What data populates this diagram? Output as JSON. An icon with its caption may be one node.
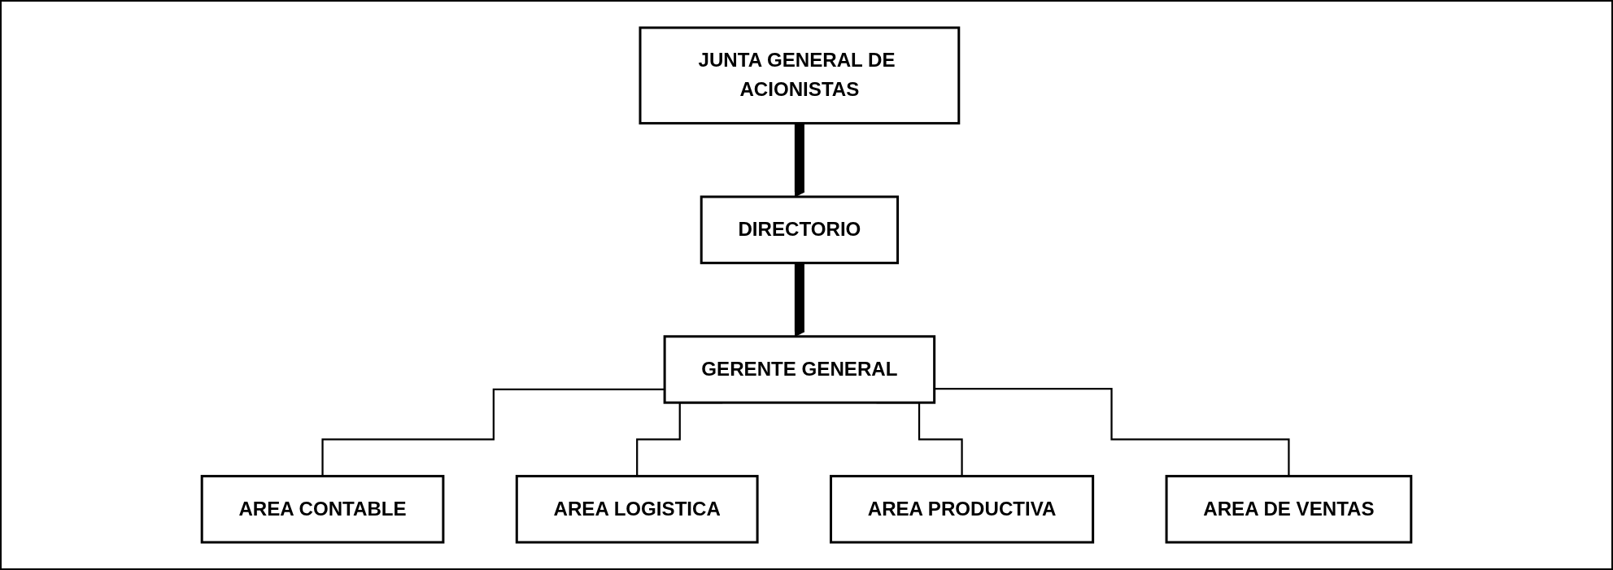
{
  "diagram": {
    "nodes": [
      {
        "text": [
          "JUNTA GENERAL DE ACIONISTAS"
        ]
      },
      {
        "text": [
          "DIRECTORIO"
        ]
      },
      {
        "text": [
          "GERENTE GENERAL"
        ]
      },
      {
        "text": [
          "AREA CONTABLE"
        ]
      },
      {
        "text": [
          "AREA LOGISTICA"
        ]
      },
      {
        "text": [
          "AREA PRODUCTIVA"
        ]
      },
      {
        "text": [
          "AREA DE VENTAS"
        ]
      }
    ],
    "edges": [
      {
        "from": 0,
        "to": 1,
        "arrow": "to",
        "style": "thick"
      },
      {
        "from": 1,
        "to": 2,
        "arrow": "to",
        "style": "thick"
      },
      {
        "from": 2,
        "to": 3,
        "arrow": "none"
      },
      {
        "from": 2,
        "to": 4,
        "arrow": "none"
      },
      {
        "from": 2,
        "to": 5,
        "arrow": "none"
      },
      {
        "from": 2,
        "to": 6,
        "arrow": "none"
      }
    ]
  }
}
